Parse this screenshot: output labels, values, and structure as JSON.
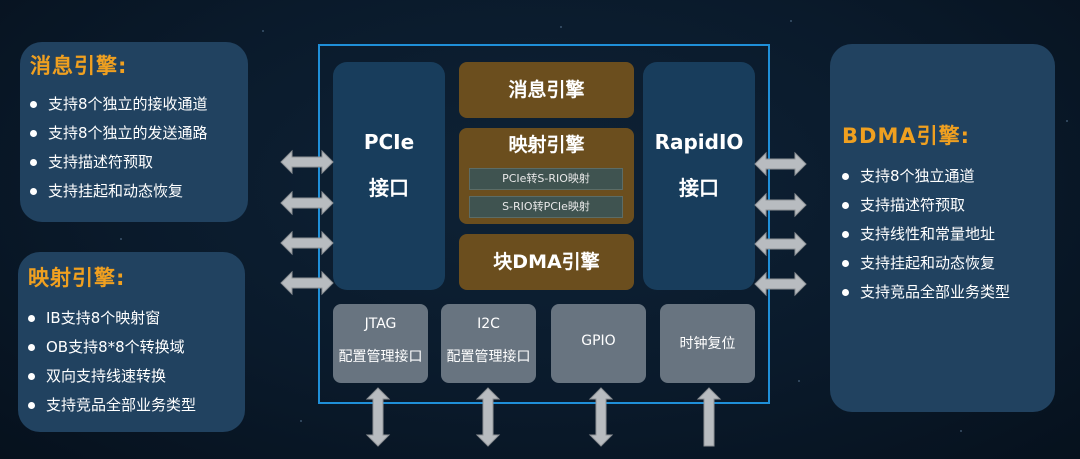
{
  "left_panel_message": {
    "title": "消息引擎:",
    "items": [
      "支持8个独立的接收通道",
      "支持8个独立的发送通路",
      "支持描述符预取",
      "支持挂起和动态恢复"
    ]
  },
  "left_panel_mapping": {
    "title": "映射引擎:",
    "items": [
      "IB支持8个映射窗",
      "OB支持8*8个转换域",
      "双向支持线速转换",
      "支持竞品全部业务类型"
    ]
  },
  "right_panel_bdma": {
    "title": "BDMA引擎:",
    "items": [
      "支持8个独立通道",
      "支持描述符预取",
      "支持线性和常量地址",
      "支持挂起和动态恢复",
      "支持竞品全部业务类型"
    ]
  },
  "chip": {
    "pcie": {
      "line1": "PCIe",
      "line2": "接口"
    },
    "rapidio": {
      "line1": "RapidIO",
      "line2": "接口"
    },
    "message_engine": "消息引擎",
    "mapping_engine": {
      "title": "映射引擎",
      "sub1": "PCIe转S-RIO映射",
      "sub2": "S-RIO转PCIe映射"
    },
    "block_dma_engine": "块DMA引擎",
    "peripherals": {
      "jtag": {
        "line1": "JTAG",
        "line2": "配置管理接口"
      },
      "i2c": {
        "line1": "I2C",
        "line2": "配置管理接口"
      },
      "gpio": {
        "line1": "GPIO"
      },
      "clock_reset": {
        "line1": "时钟复位"
      }
    }
  },
  "colors": {
    "background": "#0a1a2b",
    "panel": "#214260",
    "title_orange": "#f0a020",
    "engine_brown": "#6b4e1e",
    "interface_blue": "#183d5c",
    "chip_border": "#1f8fd8",
    "peripheral_gray": "#687480",
    "arrow_gray": "#b8bcc0"
  }
}
